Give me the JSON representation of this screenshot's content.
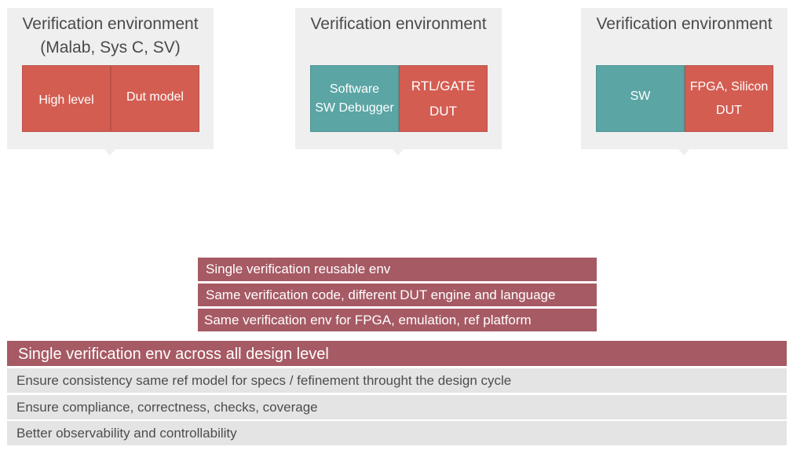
{
  "environments": [
    {
      "title": "Verification environment\n(Malab, Sys C, SV)",
      "blocks": [
        {
          "text": "High level",
          "color": "#d45d52"
        },
        {
          "text": "Dut model",
          "color": "#d45d52"
        }
      ]
    },
    {
      "title": "Verification environment",
      "blocks": [
        {
          "text": "Software\nSW Debugger",
          "color": "#5ba5a5"
        },
        {
          "text": "RTL/GATE\n\nDUT",
          "color": "#d45d52"
        }
      ]
    },
    {
      "title": "Verification environment",
      "blocks": [
        {
          "text": "SW",
          "color": "#5ba5a5"
        },
        {
          "text": "FPGA, Silicon\n\nDUT",
          "color": "#d45d52"
        }
      ]
    }
  ],
  "benefits": [
    "Single verification reusable env",
    "Same verification code, different DUT engine and language",
    "Same verification env for FPGA, emulation, ref platform"
  ],
  "summary": {
    "header": "Single verification env across all design level",
    "items": [
      "Ensure consistency same ref model for specs / fefinement throught the design cycle",
      "Ensure compliance, correctness, checks, coverage",
      "Better observability and controllability"
    ]
  },
  "colors": {
    "accent_bar": "#a65a64",
    "dut_block": "#d45d52",
    "software_block": "#5ba5a5",
    "panel_bg": "#efefef",
    "row_bg": "#e4e4e4"
  }
}
